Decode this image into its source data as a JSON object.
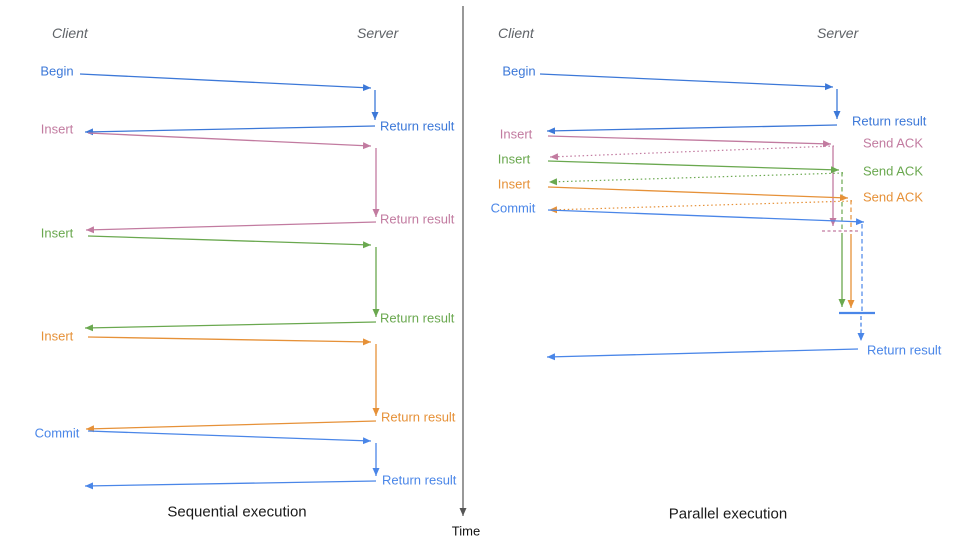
{
  "colors": {
    "begin_blue": "#3c78d8",
    "commit_blue": "#4a86e8",
    "insert_pink": "#c27ba0",
    "insert_green": "#6aa84f",
    "insert_orange": "#e69138",
    "header_gray": "#5f6368",
    "axis_gray": "#555555",
    "caption_black": "#1a1a1a"
  },
  "time_axis": {
    "label": "Time"
  },
  "sequential": {
    "caption": "Sequential execution",
    "client_header": "Client",
    "server_header": "Server",
    "begin": {
      "label": "Begin",
      "result": "Return result"
    },
    "insert1": {
      "label": "Insert",
      "result": "Return result"
    },
    "insert2": {
      "label": "Insert",
      "result": "Return result"
    },
    "insert3": {
      "label": "Insert",
      "result": "Return result"
    },
    "commit": {
      "label": "Commit",
      "result": "Return result"
    }
  },
  "parallel": {
    "caption": "Parallel execution",
    "client_header": "Client",
    "server_header": "Server",
    "begin": {
      "label": "Begin",
      "result": "Return result"
    },
    "insert1": {
      "label": "Insert",
      "ack": "Send ACK"
    },
    "insert2": {
      "label": "Insert",
      "ack": "Send ACK"
    },
    "insert3": {
      "label": "Insert",
      "ack": "Send ACK"
    },
    "commit": {
      "label": "Commit",
      "result": "Return result"
    }
  }
}
